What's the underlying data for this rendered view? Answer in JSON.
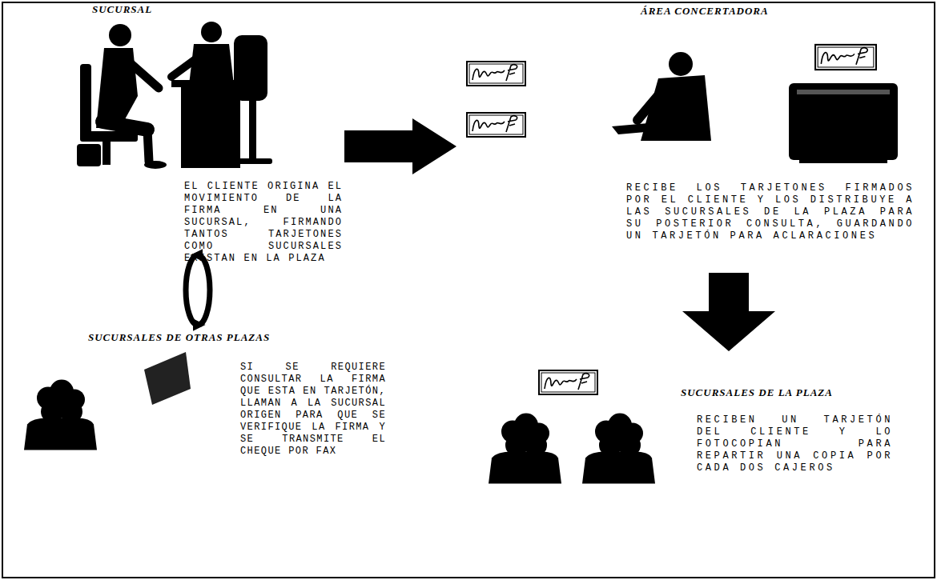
{
  "diagram": {
    "nodes": [
      {
        "text": [
          "SUCURSAL",
          "EL CLIENTE ORIGINA EL MOVIMIENTO DE LA FIRMA EN UNA SUCURSAL, FIRMANDO TANTOS TARJETONES COMO SUCURSALES EXISTAN EN LA PLAZA"
        ]
      },
      {
        "text": [
          "ÁREA CONCERTADORA",
          "RECIBE LOS TARJETONES FIRMADOS POR EL CLIENTE Y LOS DISTRIBUYE A LAS SUCURSALES DE LA PLAZA PARA SU POSTERIOR CONSULTA, GUARDANDO UN TARJETÓN PARA ACLARACIONES"
        ]
      },
      {
        "text": [
          "SUCURSALES DE OTRAS PLAZAS",
          "SI SE REQUIERE CONSULTAR LA FIRMA QUE ESTA EN TARJETÓN, LLAMAN A LA SUCURSAL ORIGEN PARA QUE SE VERIFIQUE LA FIRMA Y SE TRANSMITE EL CHEQUE POR FAX"
        ]
      },
      {
        "text": [
          "SUCURSALES DE LA PLAZA",
          "RECIBEN UN TARJETÓN DEL CLIENTE Y LO FOTOCOPIAN PARA REPARTIR UNA COPIA POR CADA DOS CAJEROS"
        ]
      }
    ],
    "edges": [
      {
        "from": 0,
        "to": 1,
        "arrow": "to"
      },
      {
        "from": 1,
        "to": 3,
        "arrow": "to"
      },
      {
        "from": 0,
        "to": 2,
        "arrow": "both"
      }
    ]
  }
}
